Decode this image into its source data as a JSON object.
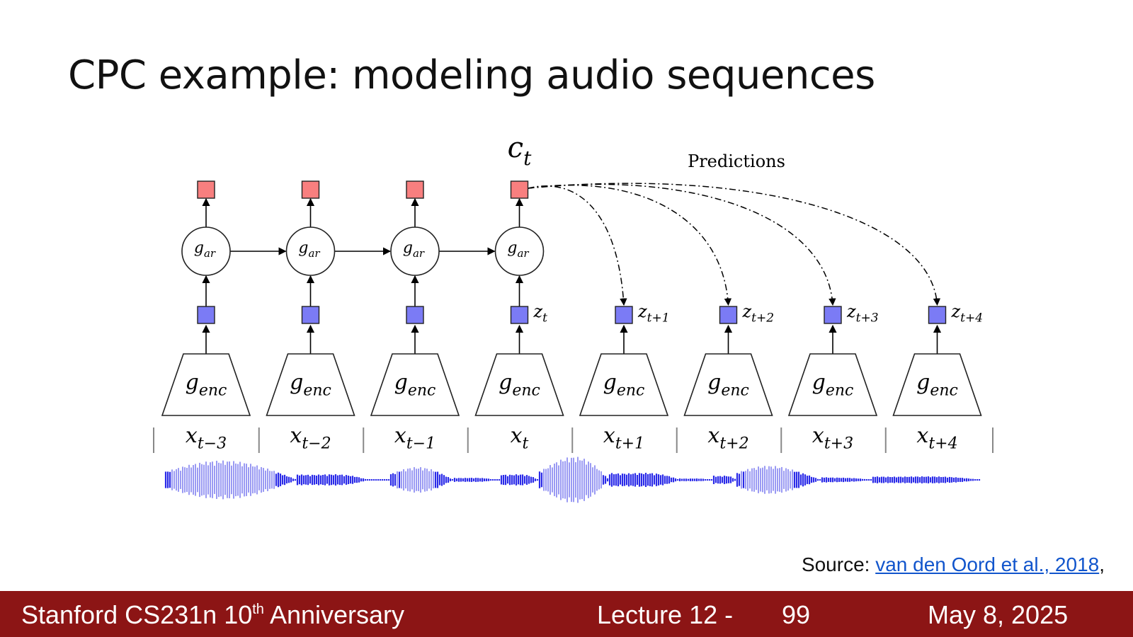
{
  "slide": {
    "title": "CPC example: modeling audio sequences"
  },
  "diagram": {
    "context_label": "c",
    "context_sub": "t",
    "predictions_label": "Predictions",
    "ar_label": "g",
    "ar_sub": "ar",
    "enc_label": "g",
    "enc_sub": "enc",
    "z_labels": [
      {
        "base": "z",
        "sub": "t"
      },
      {
        "base": "z",
        "sub": "t+1"
      },
      {
        "base": "z",
        "sub": "t+2"
      },
      {
        "base": "z",
        "sub": "t+3"
      },
      {
        "base": "z",
        "sub": "t+4"
      }
    ],
    "x_labels": [
      {
        "base": "x",
        "sub": "t−3"
      },
      {
        "base": "x",
        "sub": "t−2"
      },
      {
        "base": "x",
        "sub": "t−1"
      },
      {
        "base": "x",
        "sub": "t"
      },
      {
        "base": "x",
        "sub": "t+1"
      },
      {
        "base": "x",
        "sub": "t+2"
      },
      {
        "base": "x",
        "sub": "t+3"
      },
      {
        "base": "x",
        "sub": "t+4"
      }
    ],
    "colors": {
      "context_box": "#f87f7f",
      "latent_box": "#7b7bf5",
      "waveform": "#2a2ae8",
      "waveform_light": "#8080f0"
    }
  },
  "source": {
    "prefix": "Source: ",
    "link_text": "van den Oord et al., 2018",
    "suffix": ","
  },
  "footer": {
    "course": "Stanford CS231n 10",
    "course_sup": "th",
    "course_suffix": " Anniversary",
    "lecture": "Lecture 12 -",
    "page": "99",
    "date": "May 8, 2025"
  }
}
